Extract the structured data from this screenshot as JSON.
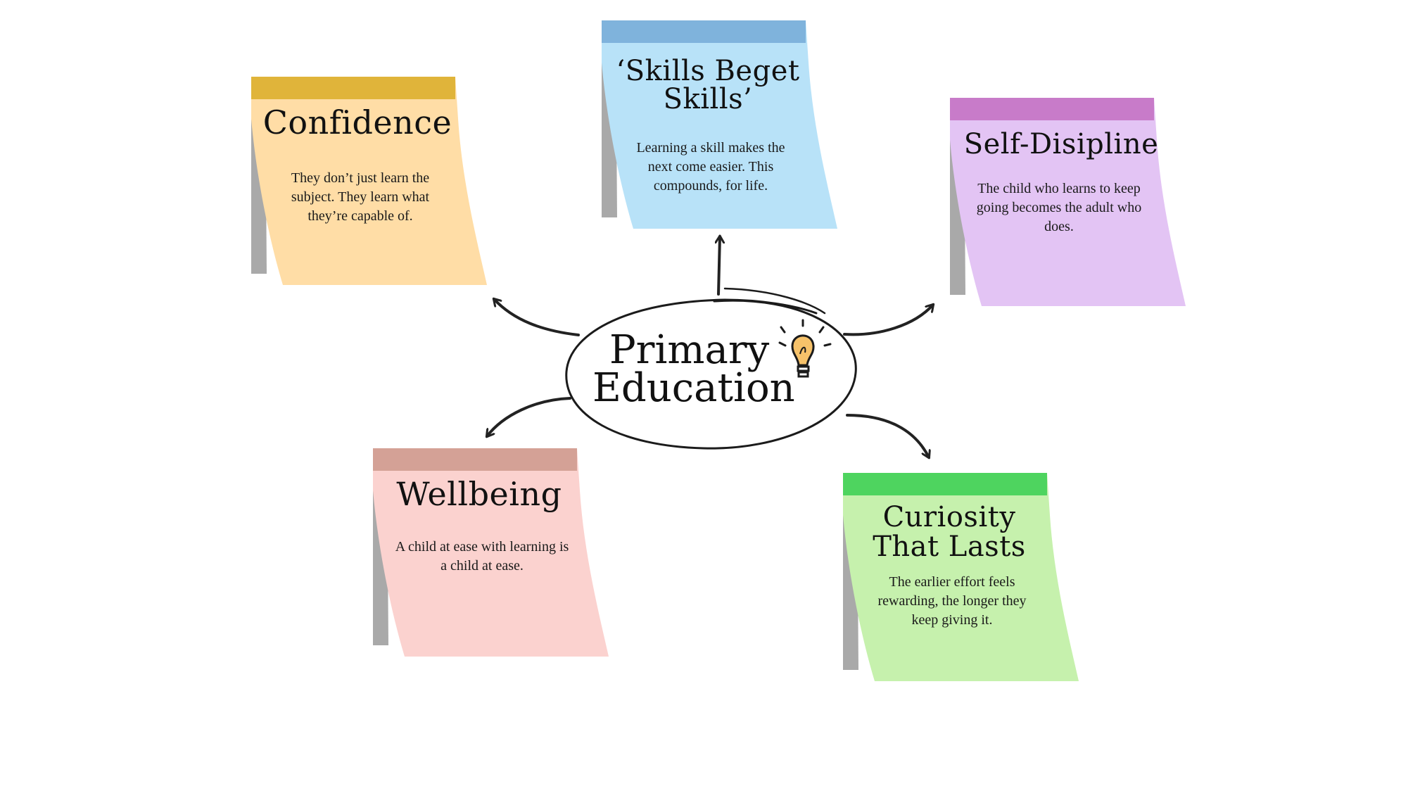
{
  "center": {
    "line1": "Primary",
    "line2": "Education",
    "icon": "lightbulb-icon"
  },
  "notes": [
    {
      "id": "confidence",
      "title": "Confidence",
      "body": "They don’t just learn the subject. They learn what they’re capable of.",
      "color": "#FFDDA6",
      "tape": "#E0B43A"
    },
    {
      "id": "skills",
      "title": "‘Skills Beget Skills’",
      "body": "Learning a skill makes the next come easier. This compounds, for life.",
      "color": "#B8E2F8",
      "tape": "#7FB3DC"
    },
    {
      "id": "self-discipline",
      "title": "Self-Disipline",
      "body": "The child who learns to keep going becomes the adult who does.",
      "color": "#E3C4F4",
      "tape": "#C87BC9"
    },
    {
      "id": "wellbeing",
      "title": "Wellbeing",
      "body": "A child at ease with learning is a child at ease.",
      "color": "#FBD2CF",
      "tape": "#D4A196"
    },
    {
      "id": "curiosity",
      "title": "Curiosity That Lasts",
      "body": "The earlier effort feels rewarding, the longer they keep giving it.",
      "color": "#C6F1AD",
      "tape": "#4ED45F"
    }
  ]
}
